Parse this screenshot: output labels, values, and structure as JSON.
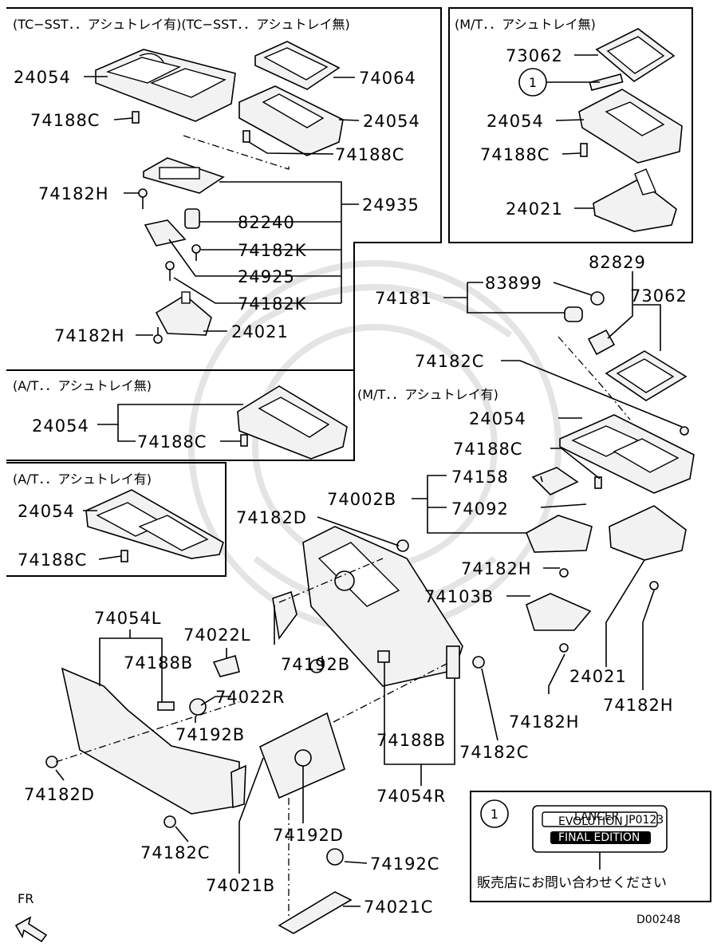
{
  "sections": {
    "top_left": "(TC−SST．．アシュトレイ有)(TC−SST．．アシュトレイ無)",
    "top_right": "(M/T．．アシュトレイ無)",
    "at_without_ashtray": "(A/T．．アシュトレイ無)",
    "at_with_ashtray": "(A/T．．アシュトレイ有)",
    "mt_with_ashtray": "(M/T．．アシュトレイ有)"
  },
  "parts": {
    "p24054_a": "24054",
    "p74064": "74064",
    "p74188C_a": "74188C",
    "p24054_b": "24054",
    "p74188C_b": "74188C",
    "p74182H_a": "74182H",
    "p24935": "24935",
    "p82240": "82240",
    "p74182K_a": "74182K",
    "p24925": "24925",
    "p74182K_b": "74182K",
    "p74182H_b": "74182H",
    "p24021_a": "24021",
    "p73062_a": "73062",
    "p24054_c": "24054",
    "p74188C_c": "74188C",
    "p24021_b": "24021",
    "p82829": "82829",
    "p74181": "74181",
    "p83899": "83899",
    "p73062_b": "73062",
    "p74182C_a": "74182C",
    "p24054_d": "24054",
    "p74188C_d": "74188C",
    "p24054_e": "24054",
    "p74188C_e": "74188C",
    "p24054_f": "24054",
    "p74188C_f": "74188C",
    "p74158": "74158",
    "p74092": "74092",
    "p74002B": "74002B",
    "p74182D_a": "74182D",
    "p74182H_c": "74182H",
    "p74103B": "74103B",
    "p24021_c": "24021",
    "p74182H_d": "74182H",
    "p74182H_e": "74182H",
    "p74054L": "74054L",
    "p74022L": "74022L",
    "p74188B_a": "74188B",
    "p74192B_a": "74192B",
    "p74022R": "74022R",
    "p74192B_b": "74192B",
    "p74188B_b": "74188B",
    "p74182C_b": "74182C",
    "p74182D_b": "74182D",
    "p74054R": "74054R",
    "p74182C_c": "74182C",
    "p74192D": "74192D",
    "p74021B": "74021B",
    "p74192C": "74192C",
    "p74021C": "74021C"
  },
  "callout": {
    "number": "1",
    "badge_line1": "LANCER",
    "badge_line2": "EVOLUTION",
    "badge_code": "JP0123",
    "badge_line3": "FINAL EDITION"
  },
  "legend": {
    "number": "1",
    "note": "販売店にお問い合わせください"
  },
  "direction": "FR",
  "diagram_code": "D00248"
}
